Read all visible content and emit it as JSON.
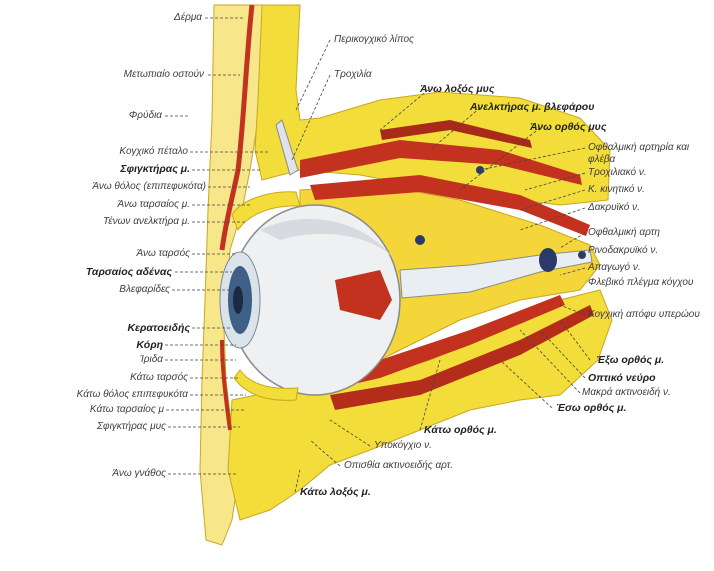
{
  "labels": {
    "derma": "Δέρμα",
    "metopiaio": "Μετωπιαίο οστούν",
    "fryde": "Φρύδια",
    "kogchiko_petalo": "Κογχικό πέταλο",
    "sfigktiras_ano": "Σφιγκτήρας μ.",
    "ano_tholos": "Άνω θόλος (επιπεφυκότα)",
    "ano_tarsaios_m": "Άνω ταρσαίος μ.",
    "tenon": "Τένων ανελκτήρα μ.",
    "ano_tarsos": "Άνω ταρσός",
    "tarsaios_adenas": "Ταρσαίος αδένας",
    "vlefarides": "Βλεφαρίδες",
    "keratoeidis": "Κερατοειδής",
    "kori": "Κόρη",
    "irida": "Ίριδα",
    "kato_tarsos": "Κάτω ταρσός",
    "kato_tholos": "Κάτω θόλος επιπεφυκότα",
    "kato_tarsaios": "Κάτω ταρσαίος μ",
    "sfigktiras_kato": "Σφιγκτήρας μυς",
    "ano_gnathos": "Άνω γνάθος",
    "perikogchiko": "Περικογχικό λίπος",
    "trochilia": "Τροχιλία",
    "ano_loxos": "Άνω λοξός μυς",
    "anelktiras": "Ανελκτήρας μ. βλεφάρου",
    "ano_orthos": "Άνω ορθός μυς",
    "ofthalmiki_artiria_flevo": "Οφθαλμική αρτηρία και φλέβα",
    "trochiliako": "Τροχιλιακό ν.",
    "k_kinitiko": "Κ. κινητικό ν.",
    "dakryiko": "Δακρυϊκό ν.",
    "ofthalmiki_arti": "Οφθαλμική αρτη",
    "rinodakryiko": "Ρινοδακρυϊκό ν.",
    "apagogo": "Απαγωγό ν.",
    "flevodes_plegma": "Φλεβικό πλέγμα κόγχου",
    "kogchiki_apofysi": "Κογχική απόφυ υπερώου",
    "exo_orthos": "Έξω ορθός μ.",
    "optiko_nevro": "Οπτικό νεύρο",
    "makra_aktinoeidi": "Μακρά ακτινοειδή ν.",
    "eso_orthos": "Έσω ορθός μ.",
    "kato_orthos": "Κάτω ορθός μ.",
    "ypokogchio": "Υποκόγχιο ν.",
    "opisthia_aktinoeidis": "Οπισθία ακτινοειδής αρτ.",
    "kato_loxos": "Κάτω λοξός μ."
  },
  "colors": {
    "bone": "#f2dd3a",
    "bone_dark": "#d9b820",
    "skin": "#f7e68a",
    "muscle": "#c2321e",
    "globe": "#eef0f2",
    "iris": "#3e5f86"
  }
}
